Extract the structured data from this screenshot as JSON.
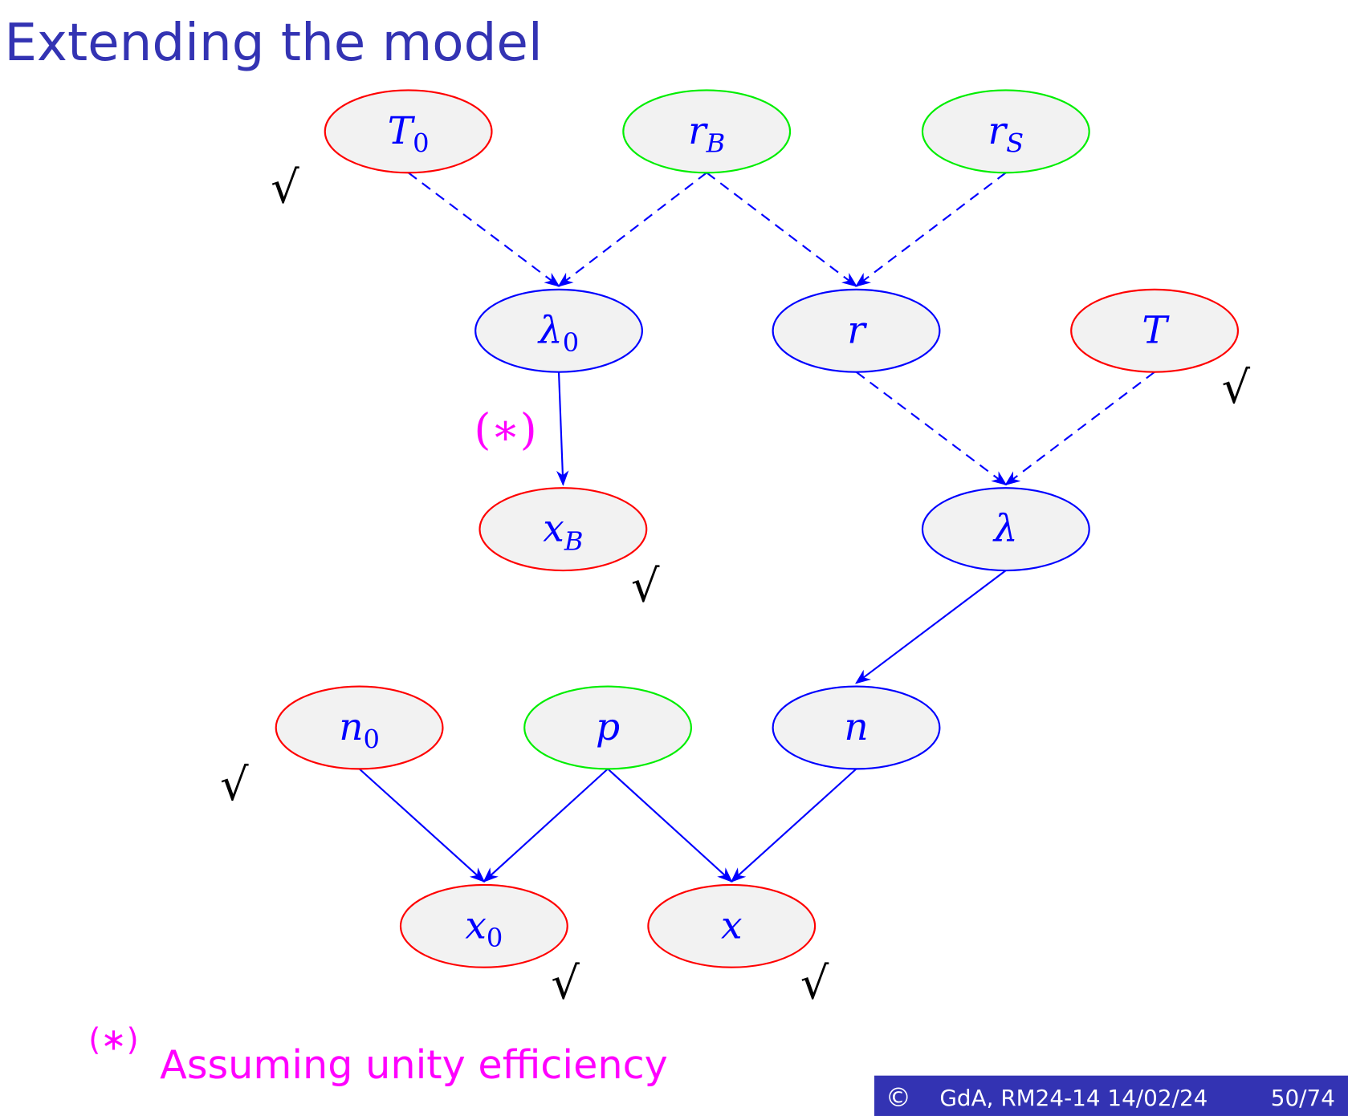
{
  "title": "Extending the model",
  "colors": {
    "observed": "#ff0000",
    "prior": "#00ee00",
    "latent": "#0000ff",
    "title": "#3333b3",
    "note": "#ff00ff",
    "node_fill": "#f2f2f2"
  },
  "nodes": [
    {
      "id": "T0",
      "base": "T",
      "sub": "0",
      "kind": "observed"
    },
    {
      "id": "rB",
      "base": "r",
      "sub": "B",
      "kind": "prior"
    },
    {
      "id": "rS",
      "base": "r",
      "sub": "S",
      "kind": "prior"
    },
    {
      "id": "lambda0",
      "base": "λ",
      "sub": "0",
      "kind": "latent"
    },
    {
      "id": "r",
      "base": "r",
      "sub": "",
      "kind": "latent"
    },
    {
      "id": "T",
      "base": "T",
      "sub": "",
      "kind": "observed"
    },
    {
      "id": "xB",
      "base": "x",
      "sub": "B",
      "kind": "observed"
    },
    {
      "id": "lambda",
      "base": "λ",
      "sub": "",
      "kind": "latent"
    },
    {
      "id": "n0",
      "base": "n",
      "sub": "0",
      "kind": "observed"
    },
    {
      "id": "p",
      "base": "p",
      "sub": "",
      "kind": "prior"
    },
    {
      "id": "n",
      "base": "n",
      "sub": "",
      "kind": "latent"
    },
    {
      "id": "x0",
      "base": "x",
      "sub": "0",
      "kind": "observed"
    },
    {
      "id": "x",
      "base": "x",
      "sub": "",
      "kind": "observed"
    }
  ],
  "edges": [
    {
      "from": "T0",
      "to": "lambda0",
      "style": "dashed"
    },
    {
      "from": "rB",
      "to": "lambda0",
      "style": "dashed"
    },
    {
      "from": "rB",
      "to": "r",
      "style": "dashed"
    },
    {
      "from": "rS",
      "to": "r",
      "style": "dashed"
    },
    {
      "from": "r",
      "to": "lambda",
      "style": "dashed"
    },
    {
      "from": "T",
      "to": "lambda",
      "style": "dashed"
    },
    {
      "from": "lambda0",
      "to": "xB",
      "style": "solid"
    },
    {
      "from": "lambda",
      "to": "n",
      "style": "solid"
    },
    {
      "from": "n0",
      "to": "x0",
      "style": "solid"
    },
    {
      "from": "p",
      "to": "x0",
      "style": "solid"
    },
    {
      "from": "p",
      "to": "x",
      "style": "solid"
    },
    {
      "from": "n",
      "to": "x",
      "style": "solid"
    }
  ],
  "check_mark": "√",
  "checked_nodes": [
    "T0",
    "T",
    "xB",
    "n0",
    "x0",
    "x"
  ],
  "edge_annotation": "(∗)",
  "footnote": {
    "marker": "(∗)",
    "text": "Assuming unity efficiency"
  },
  "footer": {
    "copyright": "©",
    "author_event": "GdA, RM24-14 14/02/24",
    "page": "50/74"
  }
}
